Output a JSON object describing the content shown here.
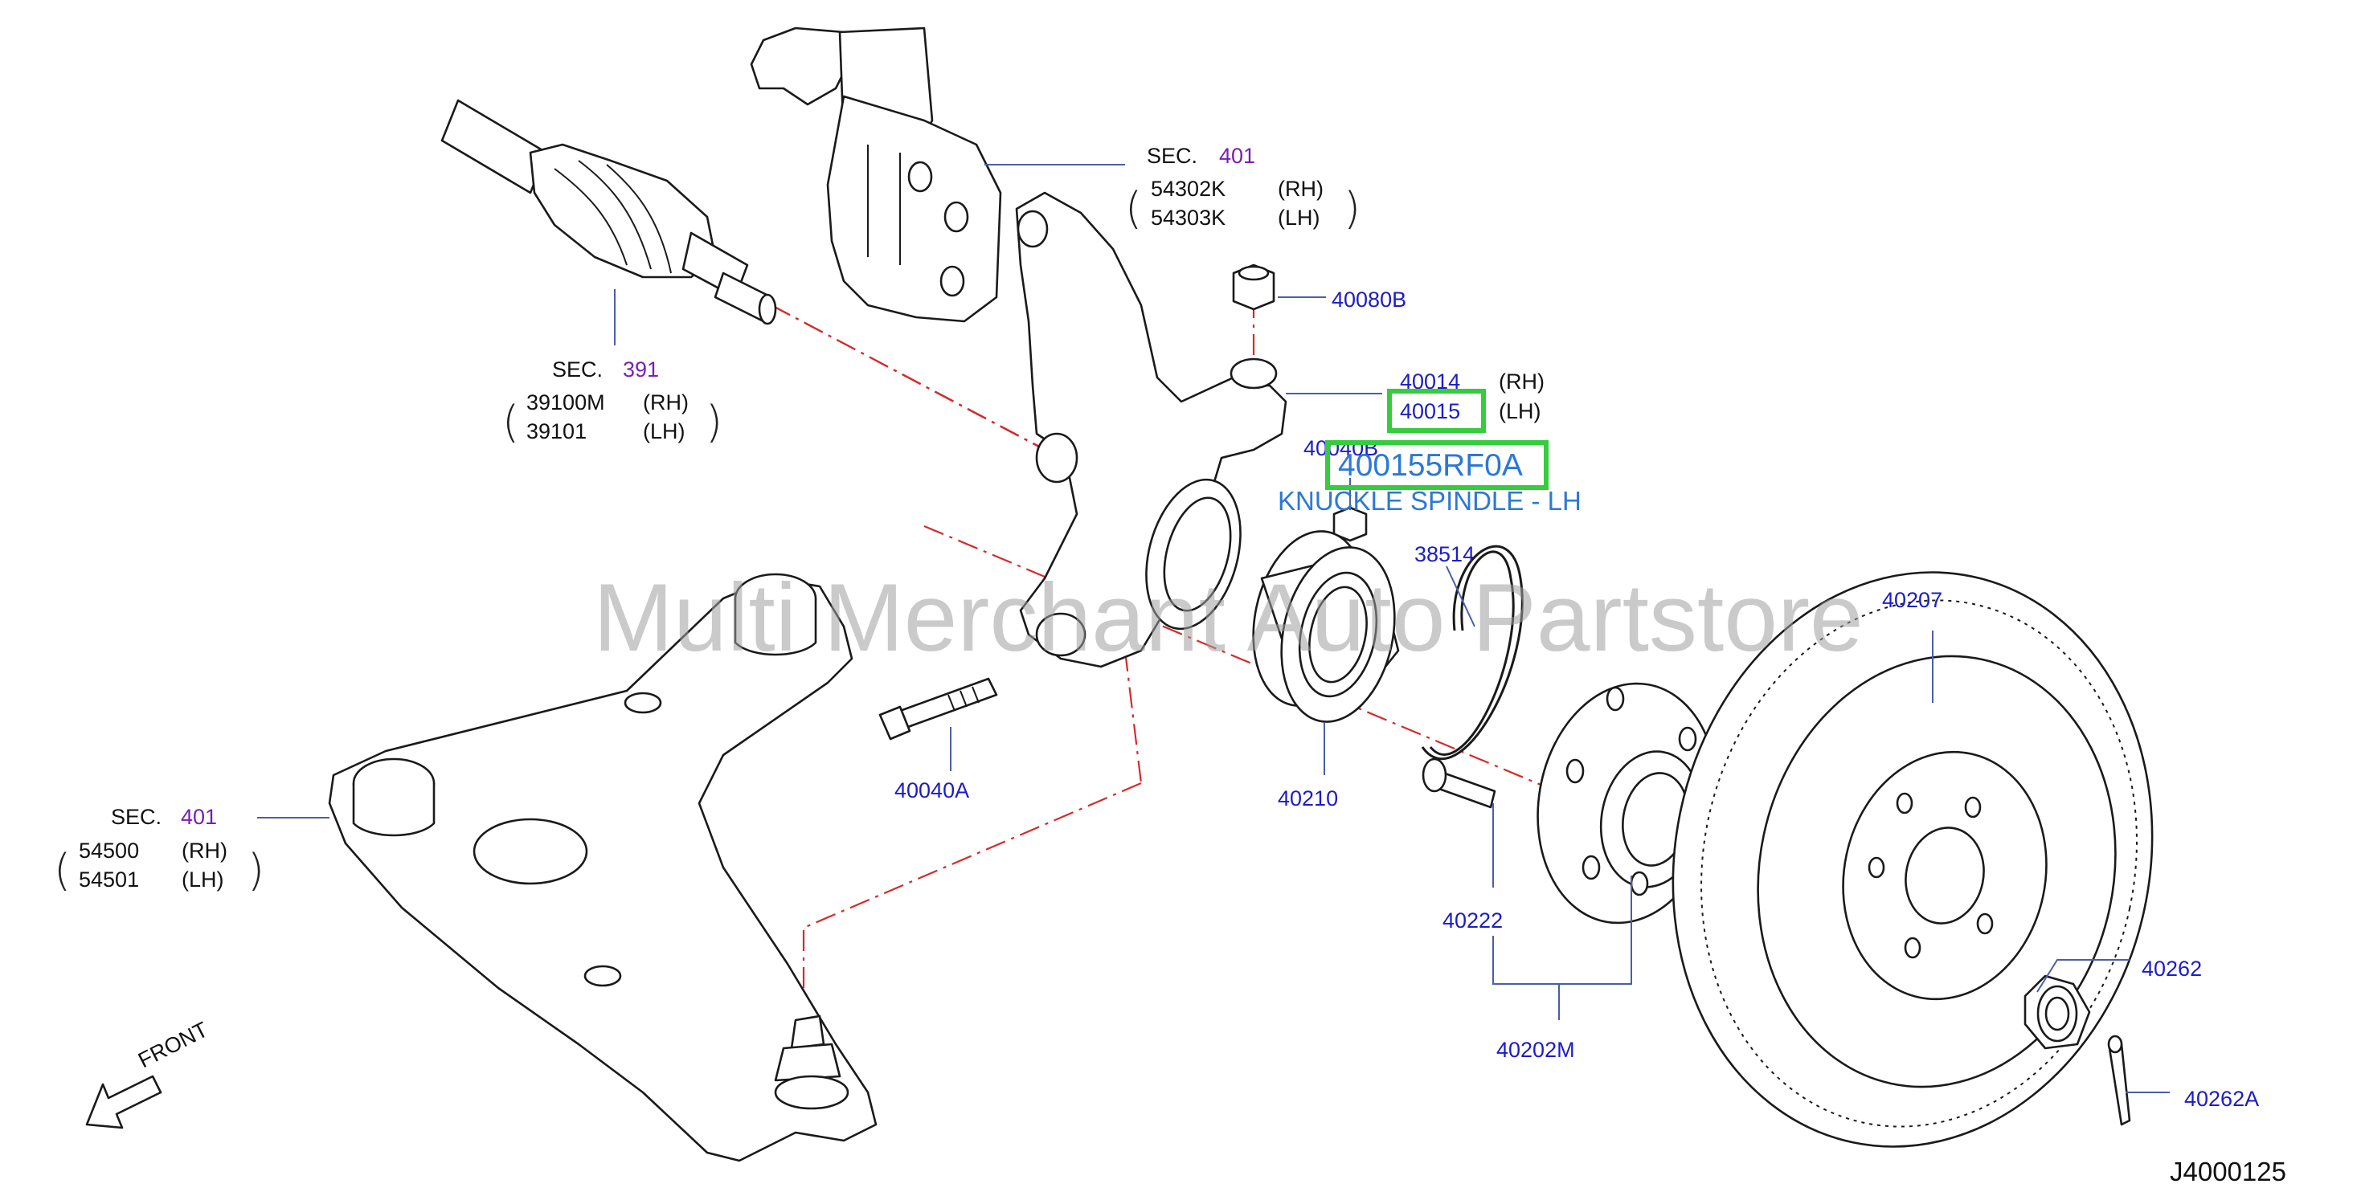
{
  "watermark": "Multi Merchant Auto Partstore",
  "diagram_ref": "J4000125",
  "front_label": "FRONT",
  "highlight": {
    "part_number": "400155RF0A",
    "description": "KNUCKLE SPINDLE - LH"
  },
  "sections": {
    "strut": {
      "sec_word": "SEC.",
      "sec_no": "401",
      "lines": [
        {
          "code": "54302K",
          "side": "(RH)"
        },
        {
          "code": "54303K",
          "side": "(LH)"
        }
      ]
    },
    "driveshaft": {
      "sec_word": "SEC.",
      "sec_no": "391",
      "lines": [
        {
          "code": "39100M",
          "side": "(RH)"
        },
        {
          "code": "39101",
          "side": "(LH)"
        }
      ]
    },
    "control_arm": {
      "sec_word": "SEC.",
      "sec_no": "401",
      "lines": [
        {
          "code": "54500",
          "side": "(RH)"
        },
        {
          "code": "54501",
          "side": "(LH)"
        }
      ]
    }
  },
  "labels": {
    "nut_40080B": "40080B",
    "knuckle_rh": "40014",
    "knuckle_rh_side": "(RH)",
    "knuckle_lh": "40015",
    "knuckle_lh_side": "(LH)",
    "nut_40040B": "40040B",
    "snap_ring": "38514",
    "rotor": "40207",
    "bolt_40040A": "40040A",
    "bearing": "40210",
    "stud": "40222",
    "hub_assembly": "40202M",
    "hub_nut": "40262",
    "cotter_pin": "40262A"
  },
  "colors": {
    "part_label": "#1c1cc8",
    "section_number": "#7a1fb0",
    "highlight_box": "#35cc3d",
    "highlight_text": "#2b78d6",
    "centerline": "#d42a2a"
  }
}
